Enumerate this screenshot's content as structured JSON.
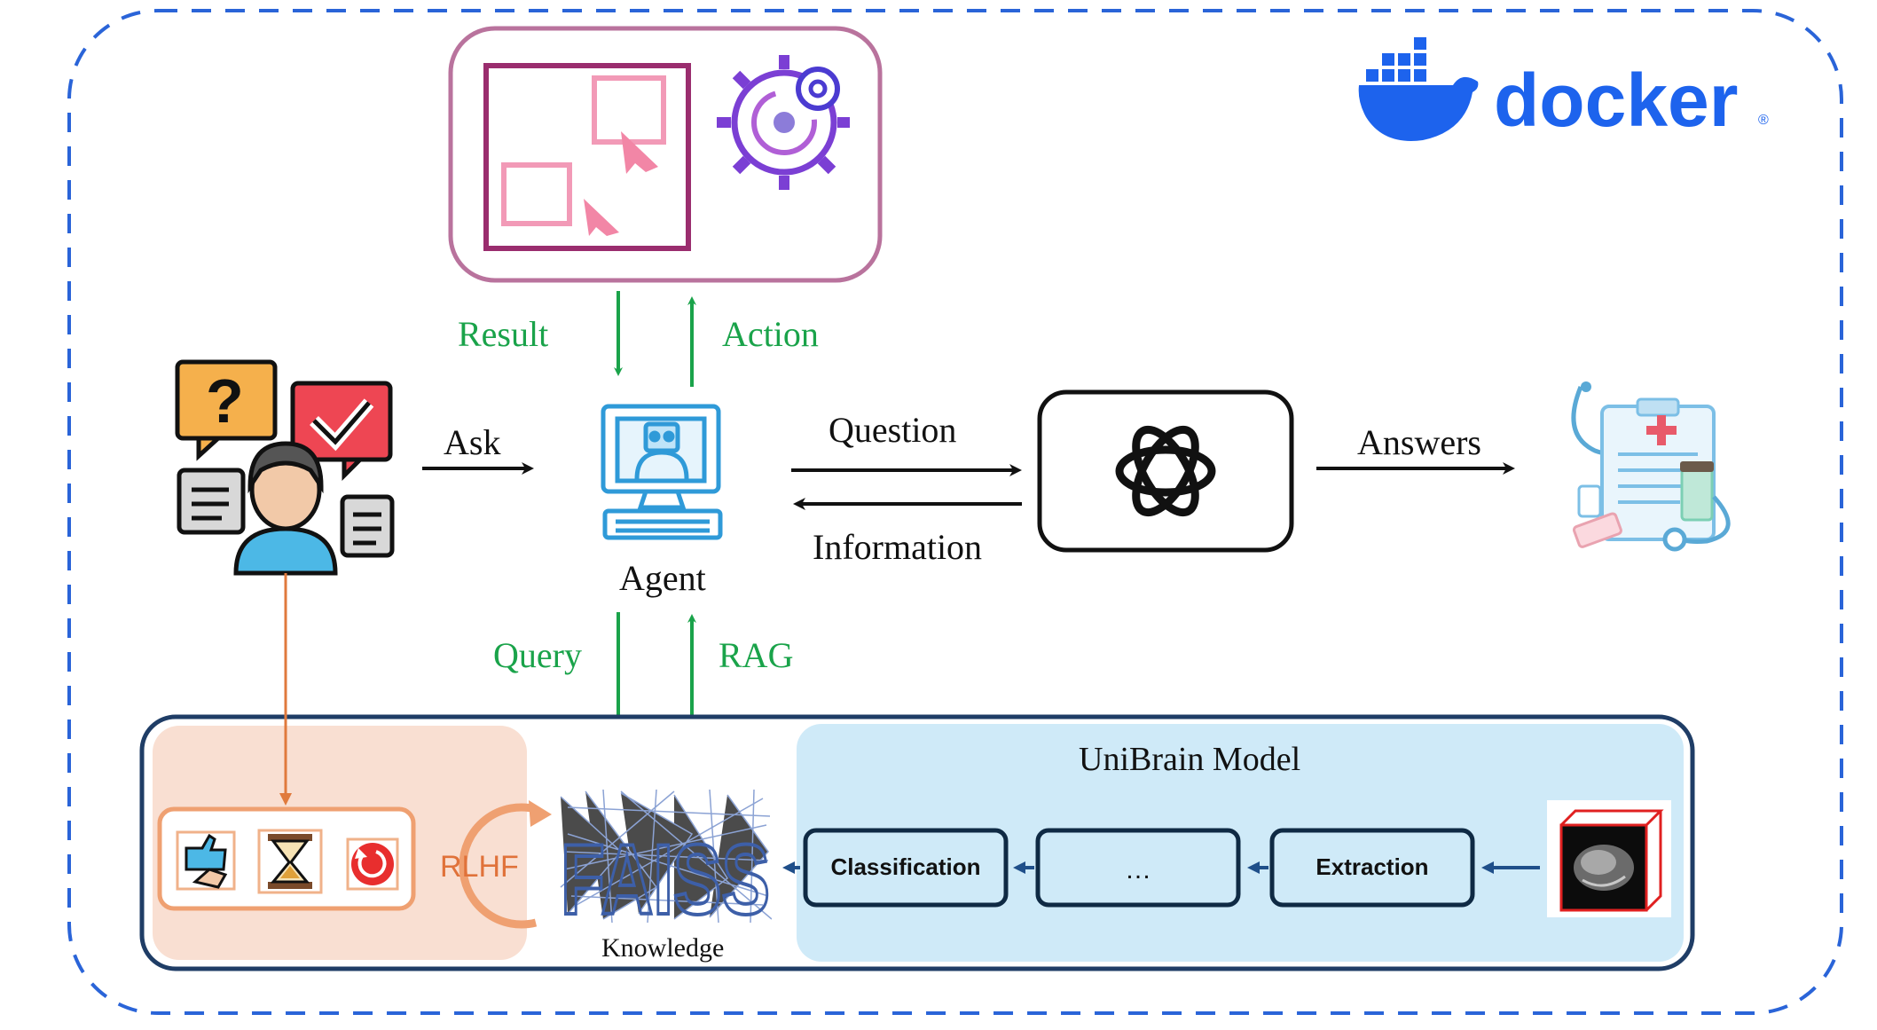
{
  "labels": {
    "result": "Result",
    "action": "Action",
    "ask": "Ask",
    "agent": "Agent",
    "question": "Question",
    "information": "Information",
    "answers": "Answers",
    "query": "Query",
    "rag": "RAG",
    "knowledge": "Knowledge",
    "rlhf": "RLHF",
    "faiss": "FAISS"
  },
  "docker": {
    "wordmark": "docker",
    "registered": "®"
  },
  "unibrain": {
    "title": "UniBrain Model",
    "stages": [
      "Classification",
      "…",
      "Extraction"
    ]
  },
  "colors": {
    "outer_border": "#2a64d8",
    "green_arrow": "#1aa34a",
    "black_arrow": "#111111",
    "orange_line": "#e07a3d",
    "navy_arrow": "#1f4f8a",
    "env_border": "#b9739d",
    "docker_blue": "#1d63ed",
    "panel_border": "#1f3d66",
    "feedback_bg": "#f9dfd2",
    "unibrain_bg": "#cfeaf8",
    "stage_border": "#0f2a44",
    "faiss_blue": "#3d5fa8"
  },
  "icons": [
    "user-question-icon",
    "robot-computer-icon",
    "openai-logo-icon",
    "medical-clipboard-icon",
    "gear-icon",
    "cursor-icon",
    "thumbs-feedback-icon",
    "hourglass-icon",
    "refresh-icon",
    "brain-mri-icon",
    "docker-whale-icon"
  ]
}
